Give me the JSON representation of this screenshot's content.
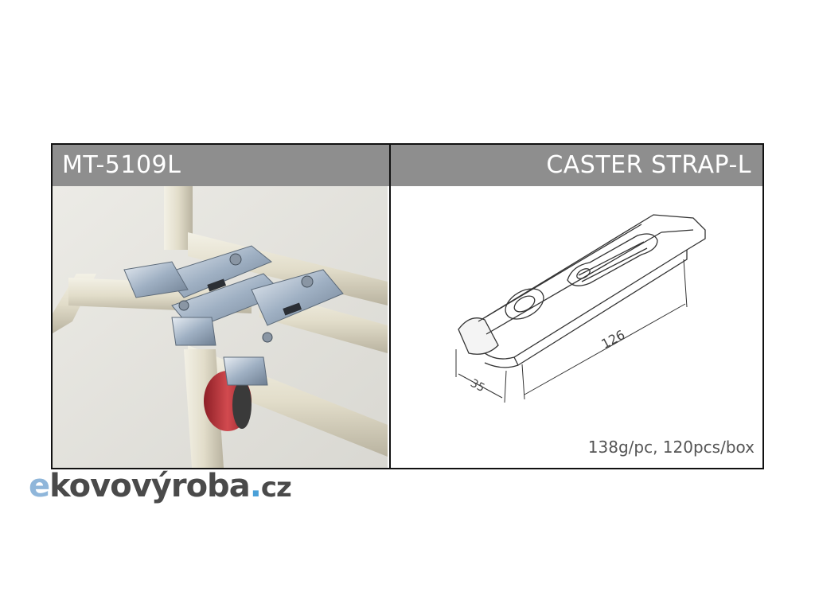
{
  "left_panel": {
    "title": "MT-5109L"
  },
  "right_panel": {
    "title": "CASTER STRAP-L",
    "dimension_length": "126",
    "dimension_width": "35",
    "caption": "138g/pc, 120pcs/box"
  },
  "logo": {
    "e": "e",
    "name": "kovovýroba",
    "dot": ".",
    "tld": "cz"
  },
  "colors": {
    "header_bg": "#8e8e8e",
    "pipe": "#e4e0cf",
    "wheel": "#c0323a",
    "logo_blue": "#4aa0d8"
  }
}
